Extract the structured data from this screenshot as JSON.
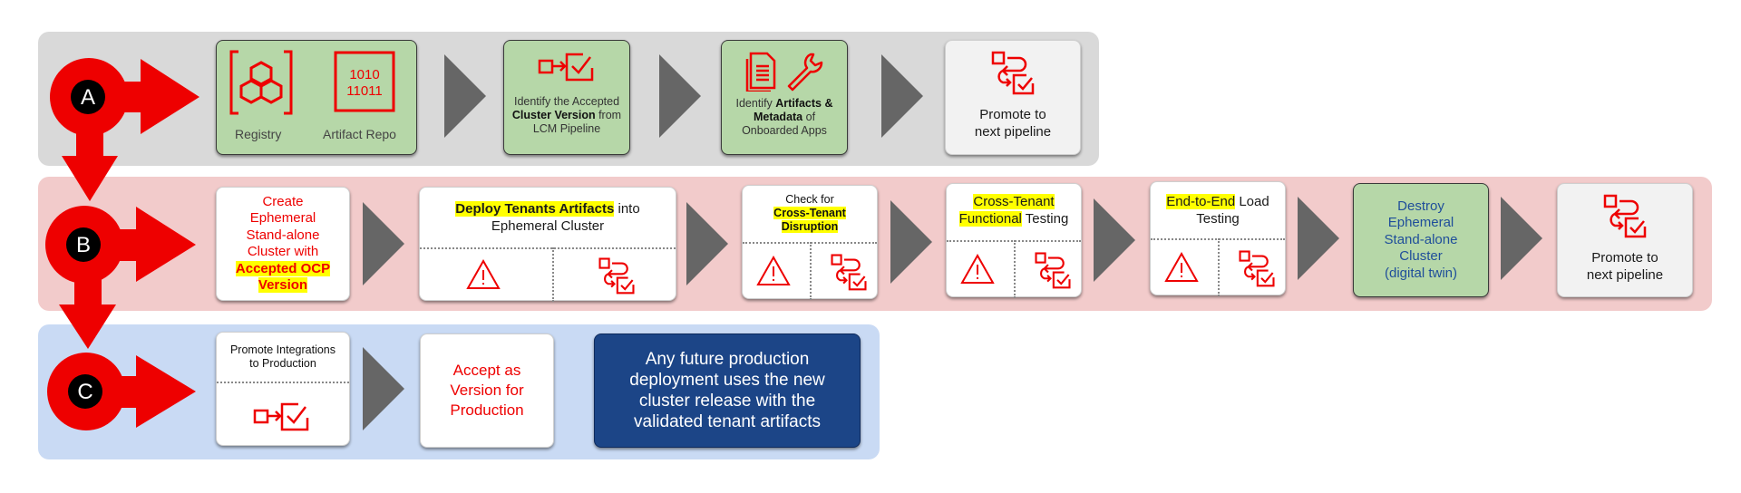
{
  "colors": {
    "accent_red": "#ee0000",
    "lane_a_bg": "#d9d9d9",
    "lane_b_bg": "#f2cbcb",
    "lane_c_bg": "#c9daf4",
    "card_green": "#b6d7a8",
    "card_navy": "#1c4587",
    "connector_grey": "#666666",
    "highlight": "#ffff00"
  },
  "lanes": {
    "a": {
      "badge": "A",
      "steps": [
        {
          "icons": [
            "registry-icon",
            "artifact-repo-icon"
          ],
          "labels": [
            "Registry",
            "Artifact Repo"
          ]
        },
        {
          "icon": "promote-check-icon",
          "text_pre": "Identify the Accepted",
          "text_bold": "Cluster Version",
          "text_mid": " from",
          "text_post": "LCM Pipeline"
        },
        {
          "icons": [
            "document-icon",
            "wrench-icon"
          ],
          "text_pre": "Identify ",
          "text_bold": "Artifacts &",
          "text_bold2": "Metadata",
          "text_mid": " of",
          "text_post": "Onboarded Apps"
        },
        {
          "icon": "workflow-icon",
          "line1": "Promote to",
          "line2": "next pipeline"
        }
      ]
    },
    "b": {
      "badge": "B",
      "steps": [
        {
          "line1": "Create",
          "line2": "Ephemeral",
          "line3": "Stand-alone",
          "line4": "Cluster with",
          "hl1": "Accepted OCP",
          "hl2": "Version"
        },
        {
          "hl": "Deploy Tenants Artifacts",
          "rest": " into",
          "line2": "Ephemeral Cluster",
          "icons": [
            "warning-icon",
            "workflow-icon"
          ]
        },
        {
          "line1": "Check for",
          "hl1": "Cross-Tenant",
          "hl2": "Disruption",
          "icons": [
            "warning-icon",
            "workflow-icon"
          ]
        },
        {
          "hl1": "Cross-Tenant",
          "hl2": "Functional",
          "rest": " Testing",
          "icons": [
            "warning-icon",
            "workflow-icon"
          ]
        },
        {
          "hl": "End-to-End",
          "rest": " Load",
          "line2": "Testing",
          "icons": [
            "warning-icon",
            "workflow-icon"
          ]
        },
        {
          "line1": "Destroy",
          "line2": "Ephemeral",
          "line3": "Stand-alone",
          "line4": "Cluster",
          "line5": "(digital twin)"
        },
        {
          "icon": "workflow-icon",
          "line1": "Promote to",
          "line2": "next pipeline"
        }
      ]
    },
    "c": {
      "badge": "C",
      "steps": [
        {
          "line1": "Promote Integrations",
          "line2": "to Production",
          "icon": "promote-check-icon"
        },
        {
          "line1": "Accept as",
          "line2": "Version for",
          "line3": "Production"
        },
        {
          "line1": "Any future production",
          "line2": "deployment uses the new",
          "line3": "cluster release with the",
          "line4": "validated tenant artifacts"
        }
      ]
    }
  }
}
